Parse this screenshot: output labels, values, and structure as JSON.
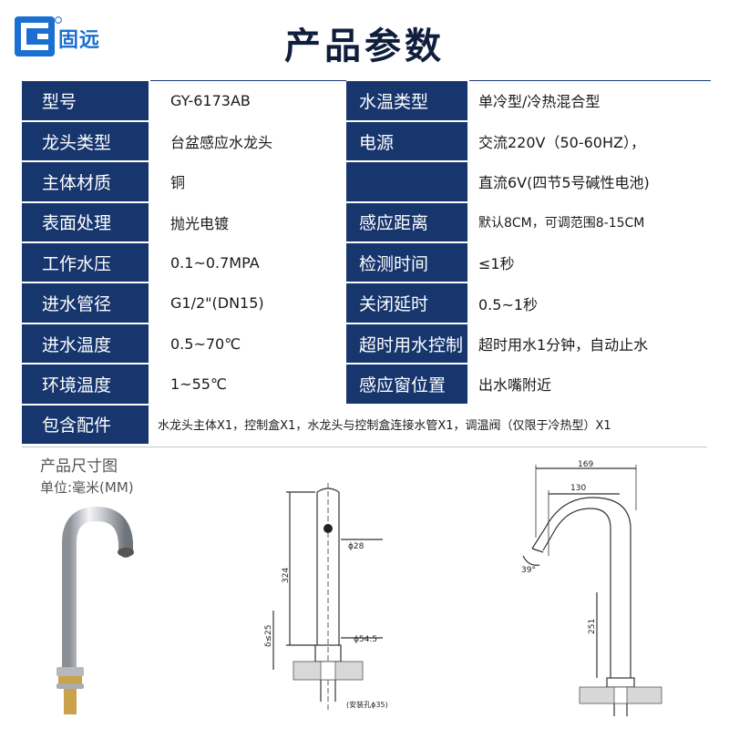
{
  "brand": {
    "name": "固远",
    "registered_mark": "®"
  },
  "title": "产品参数",
  "params": [
    {
      "label": "型号",
      "value": "GY-6173AB",
      "label2": "水温类型",
      "value2": "单冷型/冷热混合型"
    },
    {
      "label": "龙头类型",
      "value": "台盆感应水龙头",
      "label2": "电源",
      "value2": "交流220V（50-60HZ），"
    },
    {
      "label": "主体材质",
      "value": "铜",
      "label2": "",
      "value2": "直流6V(四节5号碱性电池)"
    },
    {
      "label": "表面处理",
      "value": "抛光电镀",
      "label2": "感应距离",
      "value2": "默认8CM，可调范围8-15CM"
    },
    {
      "label": "工作水压",
      "value": "0.1~0.7MPA",
      "label2": "检测时间",
      "value2": "≤1秒"
    },
    {
      "label": "进水管径",
      "value": "G1/2\"(DN15)",
      "label2": "关闭延时",
      "value2": "0.5~1秒"
    },
    {
      "label": "进水温度",
      "value": "0.5~70℃",
      "label2": "超时用水控制",
      "value2": "超时用水1分钟，自动止水"
    },
    {
      "label": "环境温度",
      "value": "1~55℃",
      "label2": "感应窗位置",
      "value2": "出水嘴附近"
    }
  ],
  "accessories": {
    "label": "包含配件",
    "value": "水龙头主体X1，控制盒X1，水龙头与控制盒连接水管X1，调温阀（仅限于冷热型）X1"
  },
  "dimensions": {
    "title": "产品尺寸图",
    "unit": "单位:毫米(MM)",
    "front": {
      "diameter_top": "ϕ28",
      "height": "324",
      "max_thickness": "δ≤25",
      "diameter_base": "ϕ54.5",
      "hole_note": "(安装孔ϕ35)"
    },
    "side": {
      "overall_reach": "169",
      "spout_reach": "130",
      "angle": "39°",
      "spout_height": "251"
    }
  },
  "colors": {
    "label_bg": "#17366e",
    "title": "#0e1e3c",
    "brand": "#1a6fd1"
  }
}
